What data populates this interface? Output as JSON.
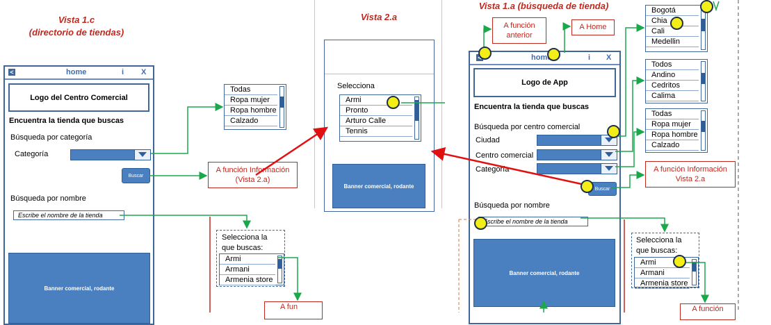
{
  "colors": {
    "title_red": "#c0281e",
    "frame_blue": "#41679a",
    "fill_blue": "#4a7fc0",
    "connector_green": "#1aa84a",
    "highlight_yellow": "#f3ee18"
  },
  "view_1c": {
    "title_line1": "Vista 1.c",
    "title_line2": "(directorio de tiendas)",
    "topbar": {
      "home": "home",
      "info": "i",
      "close": "X"
    },
    "logo": "Logo del Centro Comercial",
    "heading": "Encuentra la tienda que buscas",
    "cat_section": "Búsqueda por categoría",
    "cat_label": "Categoría",
    "buscar": "Buscar",
    "name_section": "Búsqueda por nombre",
    "name_placeholder": "Escribe el nombre de la tienda",
    "banner": "Banner comercial, rodante",
    "cat_list": [
      "Todas",
      "Ropa mujer",
      "Ropa hombre",
      "Calzado"
    ],
    "info_box": "A función Información (Vista 2.a)",
    "select_title": "Selecciona la que buscas:",
    "select_list": [
      "Armi",
      "Armani",
      "Armenia store"
    ],
    "funct_box": "A fun"
  },
  "view_2a": {
    "title": "Vista 2.a",
    "select_label": "Selecciona",
    "store_list": [
      "Armi",
      "Pronto",
      "Arturo Calle",
      "Tennis"
    ],
    "banner": "Banner comercial, rodante"
  },
  "view_1a": {
    "title": "Vista 1.a (búsqueda de tienda)",
    "topbar": {
      "home": "home",
      "info": "i",
      "close": "X"
    },
    "logo": "Logo de App",
    "heading": "Encuentra la tienda que buscas",
    "cc_section": "Búsqueda por centro comercial",
    "ciudad": "Ciudad",
    "centro": "Centro comercial",
    "categoria": "Categoría",
    "buscar": "Buscar",
    "name_section": "Búsqueda por nombre",
    "name_placeholder": "Escribe el nombre de la tienda",
    "banner": "Banner comercial, rodante",
    "prev_box": "A función anterior",
    "home_box": "A Home",
    "city_list": [
      "Bogotá",
      "Chia",
      "Cali",
      "Medellin"
    ],
    "mall_list": [
      "Todos",
      "Andino",
      "Cedritos",
      "Calima"
    ],
    "cat_list": [
      "Todas",
      "Ropa mujer",
      "Ropa hombre",
      "Calzado"
    ],
    "info_box": "A función Información Vista 2.a",
    "select_title": "Selecciona la que buscas:",
    "select_list": [
      "Armi",
      "Armani",
      "Armenia store"
    ],
    "funct_box": "A función"
  }
}
